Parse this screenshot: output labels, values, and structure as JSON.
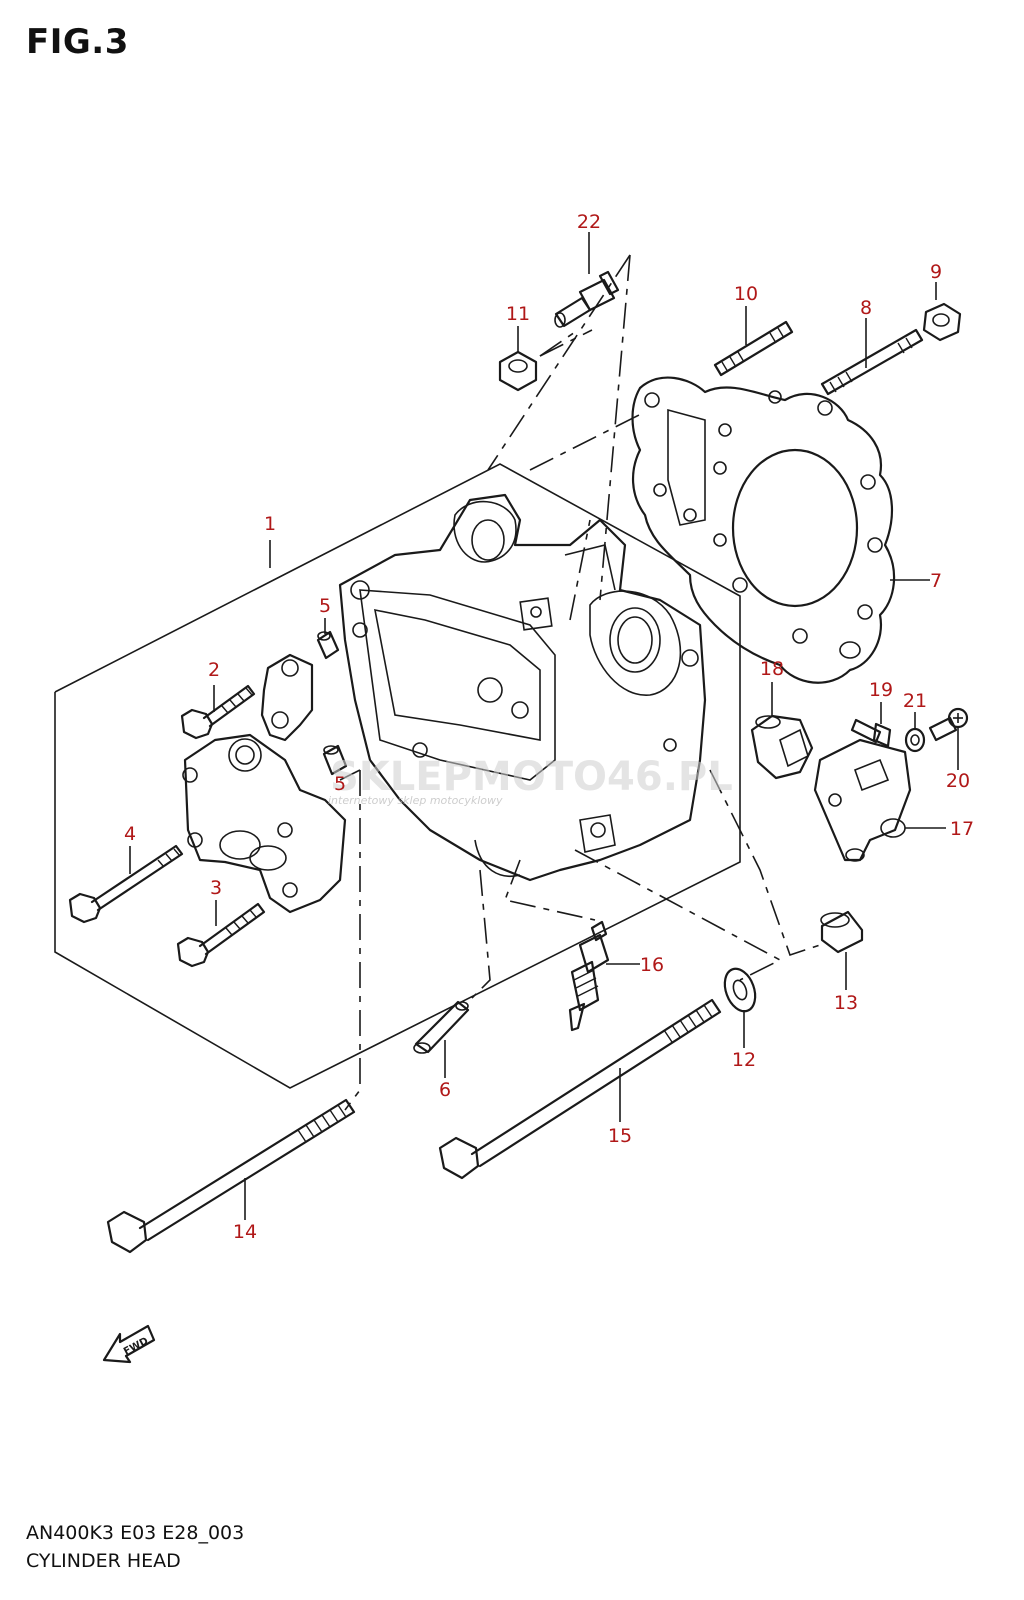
{
  "figure": {
    "title": "FIG.3",
    "model_code": "AN400K3 E03 E28_003",
    "caption": "CYLINDER HEAD",
    "fwd_label": "FWD"
  },
  "watermark": {
    "main": "SKLEPMOTO46.PL",
    "sub": "internetowy sklep motocyklowy"
  },
  "callouts": [
    "1",
    "2",
    "3",
    "4",
    "5",
    "5",
    "6",
    "7",
    "8",
    "9",
    "10",
    "11",
    "12",
    "13",
    "14",
    "15",
    "16",
    "17",
    "18",
    "19",
    "20",
    "21",
    "22"
  ],
  "colors": {
    "callout": "#b01818",
    "line": "#1a1a1a",
    "watermark": "#cfcfcf"
  }
}
